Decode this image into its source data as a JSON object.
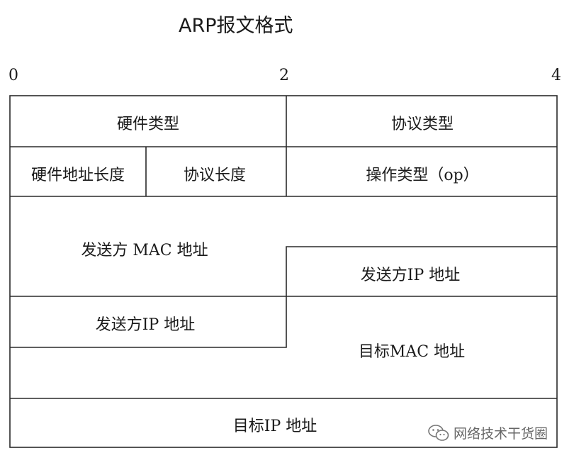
{
  "title": "ARP报文格式",
  "ticks": [
    "0",
    "2",
    "4"
  ],
  "fields": {
    "hardware_type": "硬件类型",
    "protocol_type": "协议类型",
    "hardware_addr_len": "硬件地址长度",
    "protocol_len": "协议长度",
    "op_type": "操作类型（op）",
    "sender_mac": "发送方 MAC 地址",
    "sender_ip_right": "发送方IP 地址",
    "sender_ip_left": "发送方IP 地址",
    "target_mac": "目标MAC 地址",
    "target_ip": "目标IP 地址"
  },
  "watermark": {
    "text": "网络技术干货圈",
    "icon": "wechat-icon"
  }
}
